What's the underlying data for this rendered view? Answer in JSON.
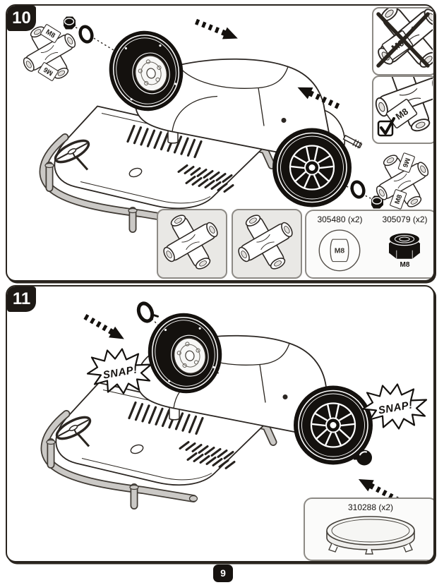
{
  "page": {
    "number": "9"
  },
  "step10": {
    "number": "10",
    "wrench_labels": {
      "m8": "M8",
      "m6": "M6"
    },
    "inset_wrong": {
      "tool_label": "M6"
    },
    "inset_right": {
      "tool_label": "M8"
    },
    "parts_box": {
      "parts": [
        {
          "id": "305480",
          "qty": "(x2)",
          "size_label": "M8"
        },
        {
          "id": "305079",
          "qty": "(x2)",
          "size_label": "M8"
        }
      ]
    }
  },
  "step11": {
    "number": "11",
    "snap_label": "SNAP!",
    "parts_box": {
      "parts": [
        {
          "id": "310288",
          "qty": "(x2)"
        }
      ]
    }
  }
}
